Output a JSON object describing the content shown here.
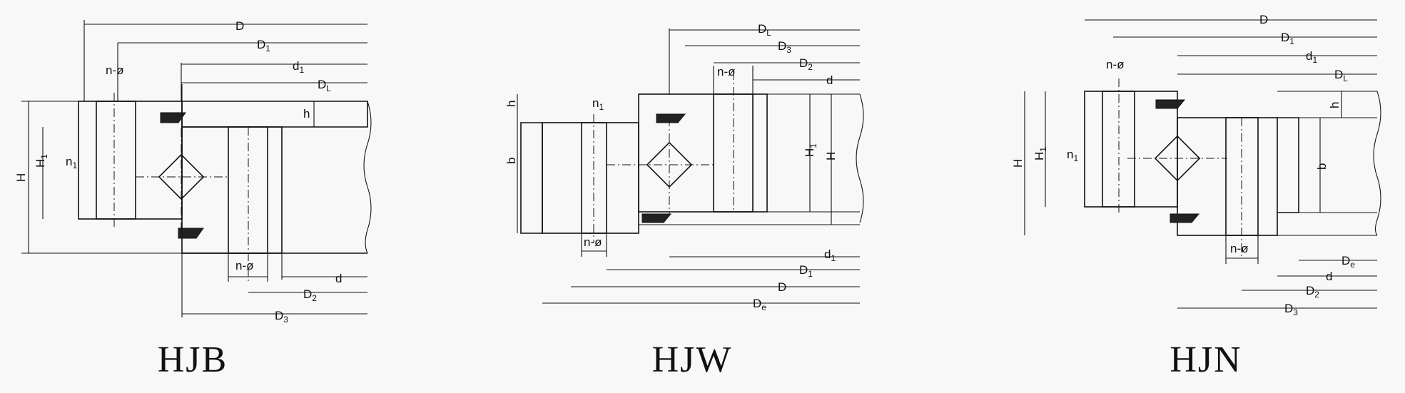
{
  "captions": {
    "hjb": "HJB",
    "hjw": "HJW",
    "hjn": "HJN"
  },
  "labels": {
    "D": "D",
    "D1": "D",
    "D1_sub": "1",
    "D2": "D",
    "D2_sub": "2",
    "D3": "D",
    "D3_sub": "3",
    "DL": "D",
    "DL_sub": "L",
    "De": "D",
    "De_sub": "e",
    "d": "d",
    "d1": "d",
    "d1_sub": "1",
    "n_phi": "n-ø",
    "n1": "n",
    "n1_sub": "1",
    "H": "H",
    "H1": "H",
    "H1_sub": "1",
    "h": "h",
    "b": "b"
  }
}
